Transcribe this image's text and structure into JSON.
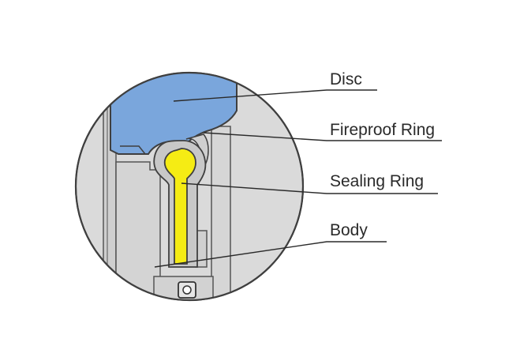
{
  "diagram": {
    "labels": {
      "disc": "Disc",
      "fireproof_ring": "Fireproof Ring",
      "sealing_ring": "Sealing Ring",
      "body": "Body"
    },
    "colors": {
      "disc_fill": "#7aa6dc",
      "sealing_ring_fill": "#f5ec14",
      "body_fill": "#dadada",
      "outline": "#3f3f3f",
      "background": "#ffffff"
    }
  }
}
